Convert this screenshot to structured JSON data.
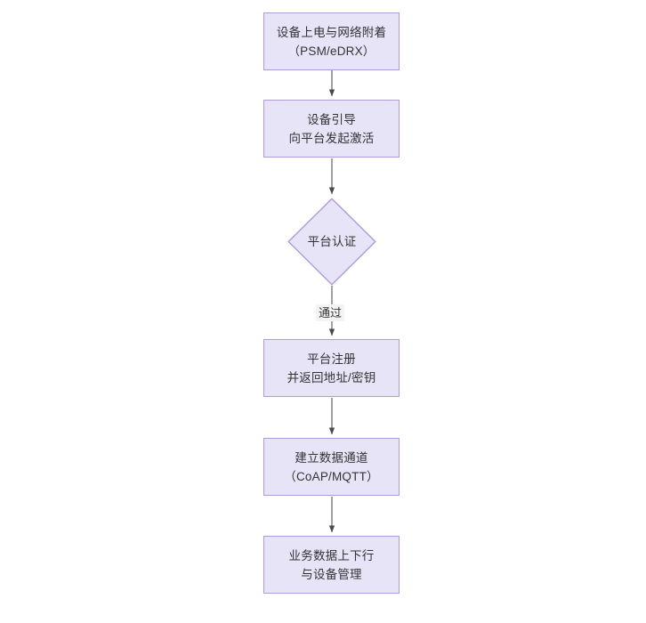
{
  "diagram": {
    "type": "flowchart",
    "orientation": "top-to-bottom",
    "title": "",
    "colors": {
      "node_fill": "#e8e4f8",
      "node_border": "#b09ada",
      "node_text": "#333333",
      "connector": "#555555",
      "edge_label_background": "#f4f4f4",
      "canvas_background": "#ffffff"
    },
    "nodes": [
      {
        "id": "power-attach",
        "shape": "rectangle",
        "label": "设备上电与网络附着\n（PSM/eDRX）",
        "line1": "设备上电与网络附着",
        "line2": "（PSM/eDRX）"
      },
      {
        "id": "bootstrap",
        "shape": "rectangle",
        "label": "设备引导\n向平台发起激活",
        "line1": "设备引导",
        "line2": "向平台发起激活"
      },
      {
        "id": "auth",
        "shape": "diamond",
        "label": "平台认证",
        "line1": "平台认证",
        "line2": ""
      },
      {
        "id": "register",
        "shape": "rectangle",
        "label": "平台注册\n并返回地址/密钥",
        "line1": "平台注册",
        "line2": "并返回地址/密钥"
      },
      {
        "id": "channel",
        "shape": "rectangle",
        "label": "建立数据通道\n（CoAP/MQTT）",
        "line1": "建立数据通道",
        "line2": "（CoAP/MQTT）"
      },
      {
        "id": "business",
        "shape": "rectangle",
        "label": "业务数据上下行\n与设备管理",
        "line1": "业务数据上下行",
        "line2": "与设备管理"
      }
    ],
    "edges": [
      {
        "id": "e1",
        "from": "power-attach",
        "to": "bootstrap",
        "label": ""
      },
      {
        "id": "e2",
        "from": "bootstrap",
        "to": "auth",
        "label": ""
      },
      {
        "id": "e3",
        "from": "auth",
        "to": "register",
        "label": "通过"
      },
      {
        "id": "e4",
        "from": "register",
        "to": "channel",
        "label": ""
      },
      {
        "id": "e5",
        "from": "channel",
        "to": "business",
        "label": ""
      }
    ]
  }
}
